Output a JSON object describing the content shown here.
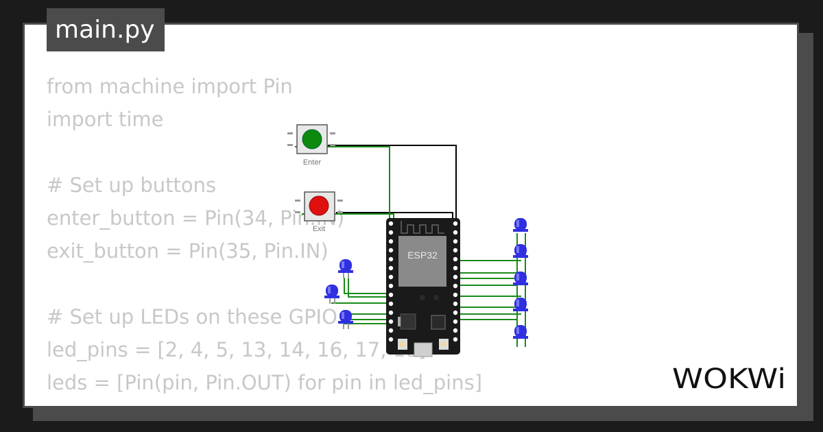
{
  "file_tab": {
    "label": "main.py"
  },
  "code_lines": [
    "from machine import Pin",
    "import time",
    "",
    "# Set up buttons",
    "enter_button = Pin(34, Pin.IN)",
    "exit_button = Pin(35, Pin.IN)",
    "",
    "# Set up LEDs on these GPIO",
    "led_pins = [2, 4, 5, 13, 14, 16, 17, 18]",
    "leds = [Pin(pin, Pin.OUT) for pin in led_pins]"
  ],
  "circuit": {
    "enter_button_label": "Enter",
    "exit_button_label": "Exit",
    "board_label": "ESP32",
    "colors": {
      "wire_green": "#1a8a1a",
      "wire_black": "#000000",
      "enter_cap": "#0d8a0d",
      "exit_cap": "#e01010",
      "led_blue": "#3030e0",
      "board": "#1a1a1a"
    }
  },
  "brand": {
    "logo_text": "WOKWi"
  },
  "colors": {
    "background": "#1b1b1b",
    "frame": "#4b4b4b",
    "code_text": "#c8c8c8"
  }
}
